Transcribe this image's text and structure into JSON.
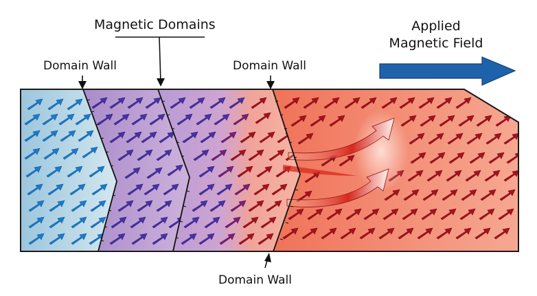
{
  "diagram": {
    "title": "Magnetic Domains",
    "labels": {
      "magnetic_domains": "Magnetic Domains",
      "domain_wall_left": "Domain Wall",
      "domain_wall_right": "Domain Wall",
      "domain_wall_bottom": "Domain Wall",
      "applied_field_line1": "Applied",
      "applied_field_line2": "Magnetic Field"
    },
    "regions": [
      {
        "name": "blue-domain",
        "color": "#a9cfe3",
        "arrow_color": "#1a78c8"
      },
      {
        "name": "purple-domain-1",
        "color": "#b79ad4",
        "arrow_color": "#4a2fa0"
      },
      {
        "name": "purple-red-domain",
        "color": "#c7a3d6",
        "arrow_color": "#4a2fa0"
      },
      {
        "name": "red-domain",
        "color": "#f39077",
        "arrow_color": "#a01018"
      }
    ],
    "field_arrow_color": "#1f62ac",
    "curved_arrow_color": "#d8291e"
  }
}
